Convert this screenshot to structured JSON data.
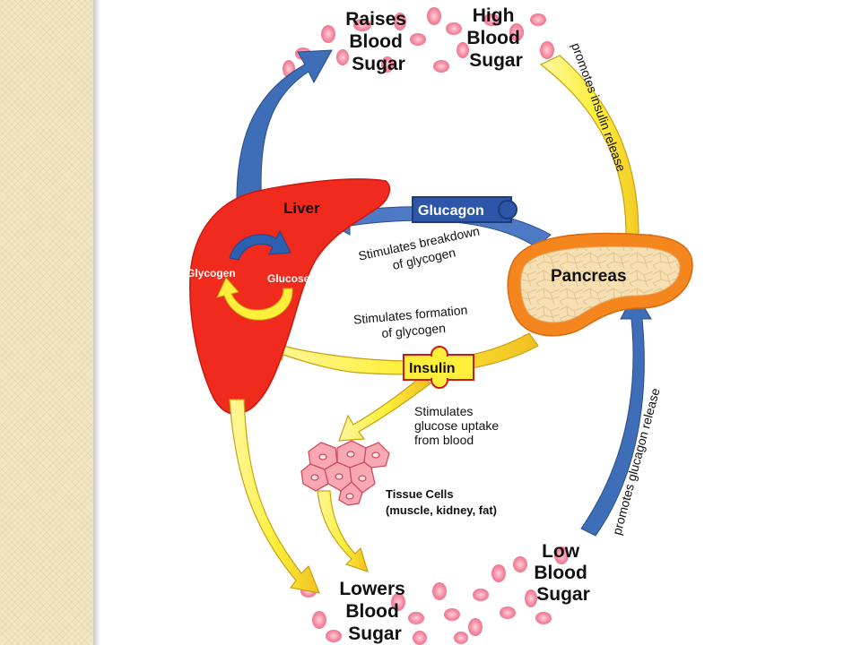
{
  "nodes": {
    "raises_blood_sugar": [
      "Raises",
      "Blood",
      "Sugar"
    ],
    "high_blood_sugar": [
      "High",
      "Blood",
      "Sugar"
    ],
    "lowers_blood_sugar": [
      "Lowers",
      "Blood",
      "Sugar"
    ],
    "low_blood_sugar": [
      "Low",
      "Blood",
      "Sugar"
    ],
    "liver": "Liver",
    "pancreas": "Pancreas",
    "glycogen": "Glycogen",
    "glucose": "Glucose",
    "glucagon": "Glucagon",
    "insulin": "Insulin",
    "tissue_cells": "Tissue Cells",
    "tissue_cells_detail": "(muscle, kidney, fat)"
  },
  "edges": {
    "promotes_insulin": "promotes insulin release",
    "promotes_glucagon": "promotes glucagon release",
    "breakdown": [
      "Stimulates breakdown",
      "of glycogen"
    ],
    "formation": [
      "Stimulates formation",
      "of glycogen"
    ],
    "uptake": [
      "Stimulates",
      "glucose uptake",
      "from blood"
    ]
  },
  "colors": {
    "liver": "#f02a1c",
    "yellow_arrow": "#ffef3a",
    "blue_arrow": "#3e6eb8",
    "pancreas_outer": "#f5861e",
    "pancreas_inner": "#f6dfb3",
    "red_cells": "#f48ca4",
    "background_strip": "#f2e6c4"
  }
}
